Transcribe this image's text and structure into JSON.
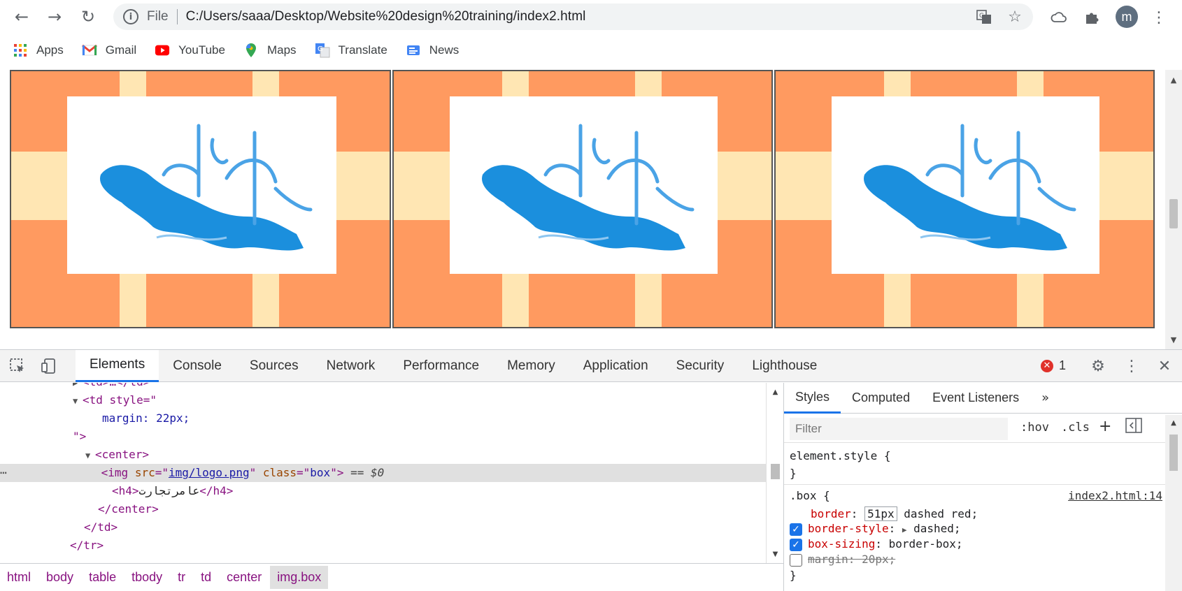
{
  "browser": {
    "url_scheme_label": "File",
    "url": "C:/Users/saaa/Desktop/Website%20design%20training/index2.html",
    "avatar_letter": "m",
    "bookmarks": [
      {
        "label": "Apps",
        "icon": "apps-grid-icon"
      },
      {
        "label": "Gmail",
        "icon": "gmail-icon"
      },
      {
        "label": "YouTube",
        "icon": "youtube-icon"
      },
      {
        "label": "Maps",
        "icon": "maps-pin-icon"
      },
      {
        "label": "Translate",
        "icon": "translate-icon"
      },
      {
        "label": "News",
        "icon": "news-icon"
      }
    ]
  },
  "page": {
    "logo_alt": "logo",
    "colors": {
      "orange": "#ff9a60",
      "cream": "#ffe6b3",
      "logo_blue": "#1b8fdd"
    }
  },
  "devtools": {
    "tabs": [
      "Elements",
      "Console",
      "Sources",
      "Network",
      "Performance",
      "Memory",
      "Application",
      "Security",
      "Lighthouse"
    ],
    "active_tab": "Elements",
    "error_count": "1",
    "elements": {
      "line0": "<td>…</td>",
      "td_open": "<td style=\"",
      "td_style": "margin: 22px;",
      "td_close": "\">",
      "center_open": "<center>",
      "img_src": "img/logo.png",
      "img_class": "box",
      "selected_marker": "== $0",
      "h4_text": "عامرتجارت",
      "center_close": "</center>",
      "td_end": "</td>",
      "tr_end": "</tr>"
    },
    "breadcrumbs": [
      "html",
      "body",
      "table",
      "tbody",
      "tr",
      "td",
      "center",
      "img.box"
    ],
    "styles": {
      "tabs": [
        "Styles",
        "Computed",
        "Event Listeners"
      ],
      "filter_placeholder": "Filter",
      "hov": ":hov",
      "cls": ".cls",
      "element_style_open": "element.style {",
      "close_brace": "}",
      "box_selector": ".box {",
      "source": "index2.html:14",
      "props": {
        "border_name": "border",
        "border_value_edit": "51px",
        "border_value_rest": "dashed red;",
        "border_style_name": "border-style",
        "border_style_value": "dashed;",
        "box_sizing_name": "box-sizing",
        "box_sizing_value": "border-box;",
        "margin_name": "margin",
        "margin_value": "20px;"
      }
    }
  }
}
